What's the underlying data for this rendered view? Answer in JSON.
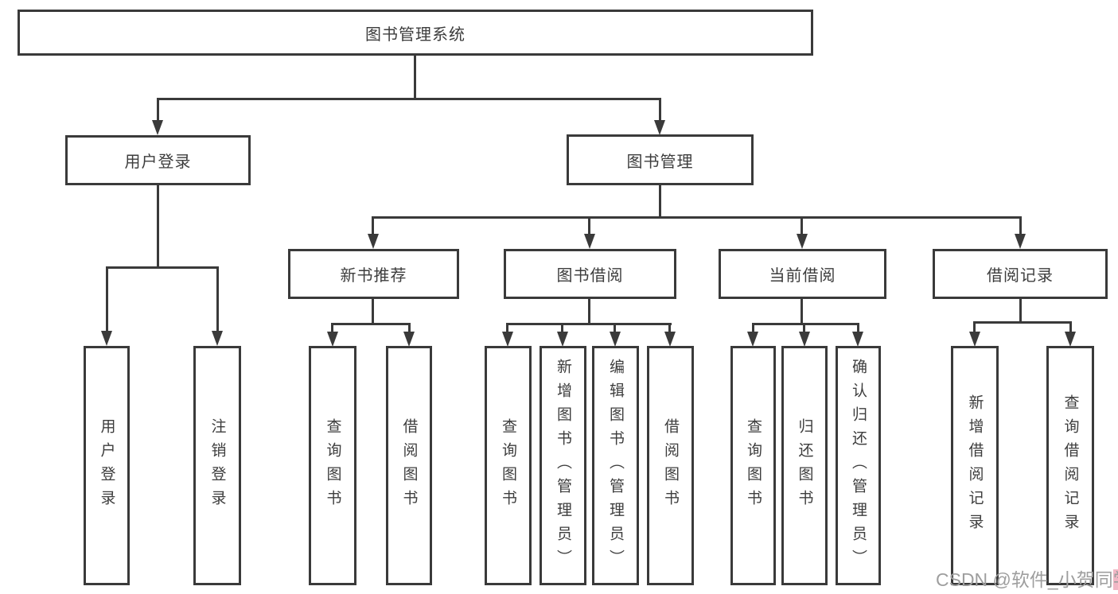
{
  "colors": {
    "line": "#3a3a3a",
    "text": "#3d3d3d",
    "background": "#ffffff",
    "watermark_text": "#9e9e9e",
    "watermark_highlight": "#f1b7c5"
  },
  "root": {
    "label": "图书管理系统"
  },
  "branches": [
    {
      "label": "用户登录",
      "children": [
        {
          "label": "用户登录"
        },
        {
          "label": "注销登录"
        }
      ]
    },
    {
      "label": "图书管理",
      "children": [
        {
          "label": "新书推荐",
          "children": [
            {
              "label": "查询图书"
            },
            {
              "label": "借阅图书"
            }
          ]
        },
        {
          "label": "图书借阅",
          "children": [
            {
              "label": "查询图书"
            },
            {
              "label": "新增图书（管理员）"
            },
            {
              "label": "编辑图书（管理员）"
            },
            {
              "label": "借阅图书"
            }
          ]
        },
        {
          "label": "当前借阅",
          "children": [
            {
              "label": "查询图书"
            },
            {
              "label": "归还图书"
            },
            {
              "label": "确认归还（管理员）"
            }
          ]
        },
        {
          "label": "借阅记录",
          "children": [
            {
              "label": "新增借阅记录"
            },
            {
              "label": "查询借阅记录"
            }
          ]
        }
      ]
    }
  ],
  "watermark": {
    "prefix": "CSDN @软件_小贺同",
    "highlight": "学"
  }
}
